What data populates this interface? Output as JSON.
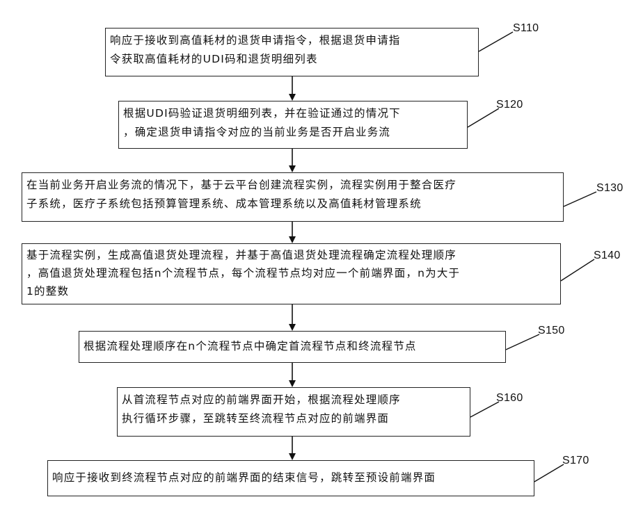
{
  "steps": [
    {
      "label": "S110",
      "lines": [
        "响应于接收到高值耗材的退货申请指令，根据退货申请指",
        "令获取高值耗材的UDI码和退货明细列表"
      ]
    },
    {
      "label": "S120",
      "lines": [
        "根据UDI码验证退货明细列表，并在验证通过的情况下",
        "，确定退货申请指令对应的当前业务是否开启业务流"
      ]
    },
    {
      "label": "S130",
      "lines": [
        "在当前业务开启业务流的情况下，基于云平台创建流程实例，流程实例用于整合医疗",
        "子系统，医疗子系统包括预算管理系统、成本管理系统以及高值耗材管理系统"
      ]
    },
    {
      "label": "S140",
      "lines": [
        "基于流程实例，生成高值退货处理流程，并基于高值退货处理流程确定流程处理顺序",
        "，高值退货处理流程包括n个流程节点，每个流程节点均对应一个前端界面，n为大于",
        "1的整数"
      ]
    },
    {
      "label": "S150",
      "lines": [
        "根据流程处理顺序在n个流程节点中确定首流程节点和终流程节点"
      ]
    },
    {
      "label": "S160",
      "lines": [
        "从首流程节点对应的前端界面开始，根据流程处理顺序",
        "执行循环步骤，至跳转至终流程节点对应的前端界面"
      ]
    },
    {
      "label": "S170",
      "lines": [
        "响应于接收到终流程节点对应的前端界面的结束信号，跳转至预设前端界面"
      ]
    }
  ]
}
